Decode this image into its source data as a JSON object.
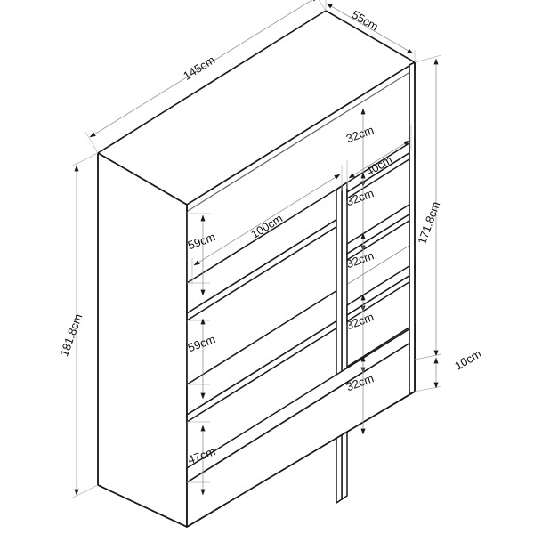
{
  "drawing": {
    "type": "isometric-technical-drawing",
    "subject": "bookcase-shelf-unit",
    "background_color": "#ffffff",
    "outline_color": "#1a1a1a",
    "dimension_line_color": "#9a9a9a",
    "unit": "cm"
  },
  "dimensions": {
    "overall_width": "145cm",
    "overall_depth": "55cm",
    "overall_height": "181.8cm",
    "interior_height": "171.8cm",
    "plinth_height": "10cm",
    "left_section_width": "100cm",
    "right_section_width": "40cm",
    "left_compartment_1": "59cm",
    "left_compartment_2": "59cm",
    "left_compartment_3": "47cm",
    "right_compartment_1": "32cm",
    "right_compartment_2": "32cm",
    "right_compartment_3": "32cm",
    "right_compartment_4": "32cm",
    "right_compartment_5": "32cm"
  },
  "labels": {
    "width_top": "145cm",
    "depth_top": "55cm",
    "height_left": "181.8cm",
    "height_right": "171.8cm",
    "base_right": "10cm",
    "shelf_span": "100cm",
    "column_span": "40cm",
    "left_a": "59cm",
    "left_b": "59cm",
    "left_c": "47cm",
    "right_a": "32cm",
    "right_b": "32cm",
    "right_c": "32cm",
    "right_d": "32cm",
    "right_e": "32cm"
  }
}
